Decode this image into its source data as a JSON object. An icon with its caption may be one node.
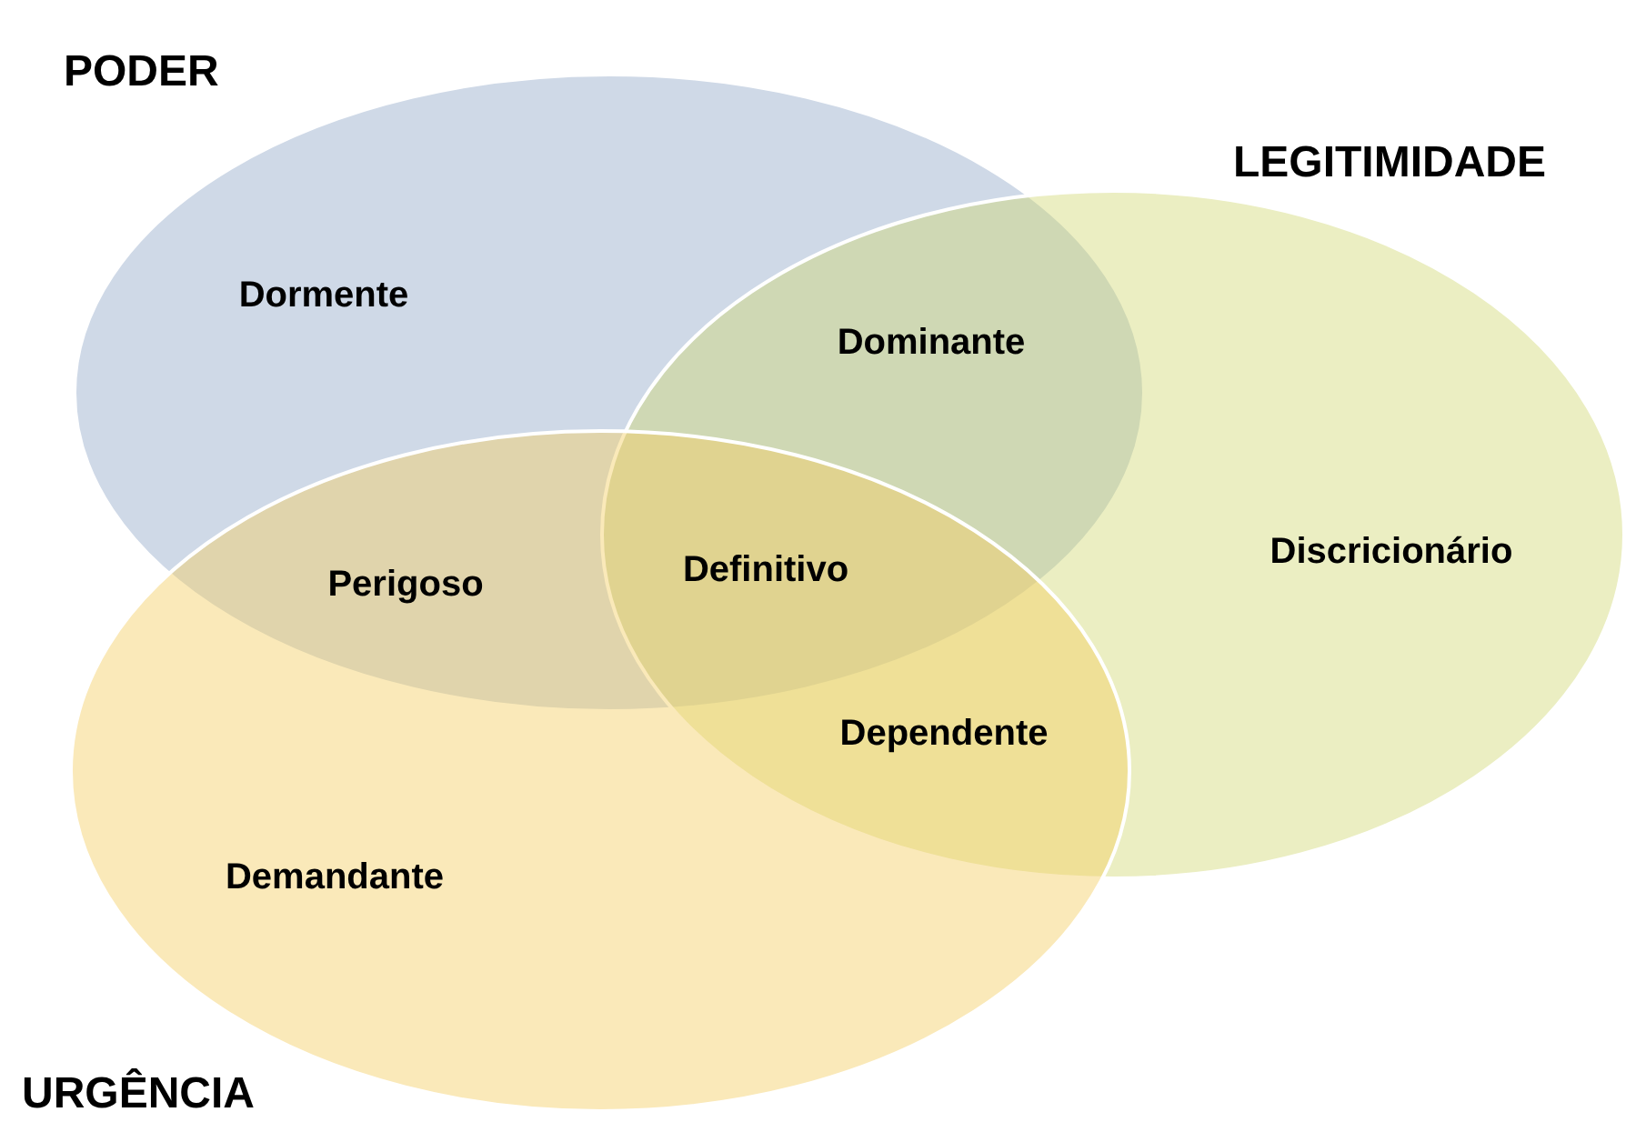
{
  "diagram": {
    "nodes": [
      {
        "text": [
          "PODER",
          "Dormente"
        ]
      },
      {
        "text": [
          "LEGITIMIDADE",
          "Discricionário"
        ]
      },
      {
        "text": [
          "Demandante",
          "URGÊNCIA"
        ]
      }
    ],
    "labels": [
      "Dominante",
      "Perigoso",
      "Definitivo",
      "Dependente"
    ]
  }
}
